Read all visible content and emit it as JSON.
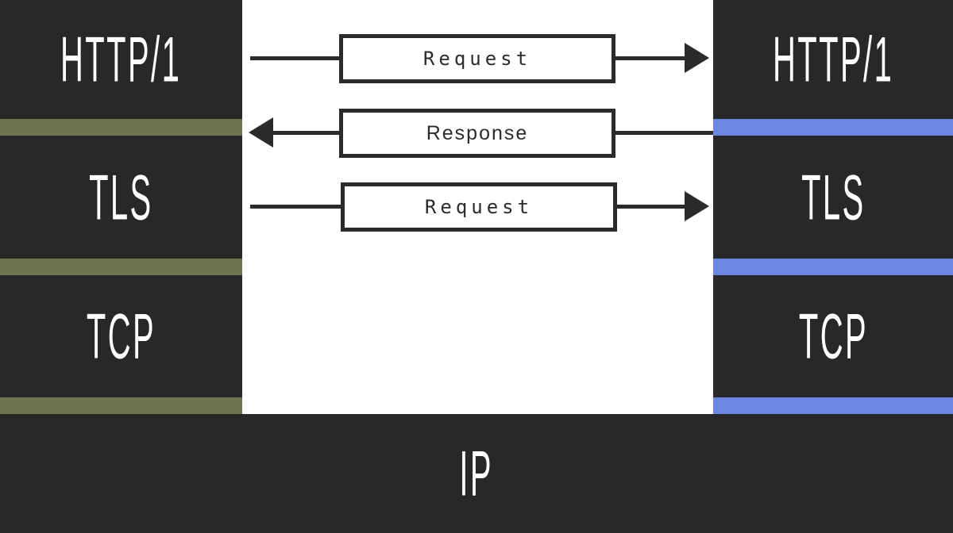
{
  "colors": {
    "dark": "#28282a",
    "olive": "#6d744e",
    "blue": "#6b87e0",
    "ink": "#2b2b2b",
    "white": "#ffffff"
  },
  "left_stack": {
    "divider_color": "#6d744e",
    "layers": [
      {
        "label": "HTTP/1"
      },
      {
        "label": "TLS"
      },
      {
        "label": "TCP"
      }
    ]
  },
  "right_stack": {
    "divider_color": "#6b87e0",
    "layers": [
      {
        "label": "HTTP/1"
      },
      {
        "label": "TLS"
      },
      {
        "label": "TCP"
      }
    ]
  },
  "bottom_layer": {
    "label": "IP"
  },
  "messages": [
    {
      "label": "Request",
      "direction": "right"
    },
    {
      "label": "Response",
      "direction": "left"
    },
    {
      "label": "Request",
      "direction": "right"
    }
  ]
}
